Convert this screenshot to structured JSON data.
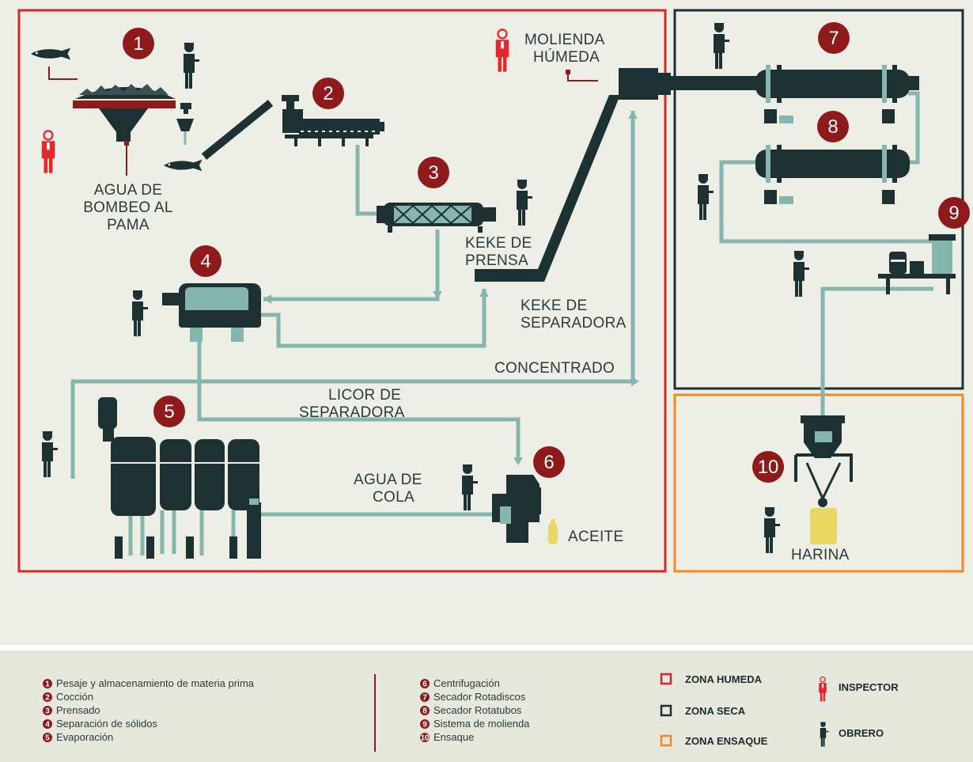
{
  "colors": {
    "background": "#edeee6",
    "wet_zone": "#d8252b",
    "dry_zone": "#1d3133",
    "bagging_zone": "#ef8a22",
    "machine_dark": "#1d3133",
    "pipe": "#86b5ad",
    "badge": "#8e1a1b",
    "inspector": "#e3282c",
    "yellow": "#e8d760"
  },
  "steps": [
    "1",
    "2",
    "3",
    "4",
    "5",
    "6",
    "7",
    "8",
    "9",
    "10"
  ],
  "labels": {
    "agua_bombeo": [
      "AGUA DE",
      "BOMBEO AL",
      "PAMA"
    ],
    "molienda": [
      "MOLIENDA",
      "HÚMEDA"
    ],
    "keke_prensa": [
      "KEKE DE",
      "PRENSA"
    ],
    "keke_separadora": [
      "KEKE DE",
      "SEPARADORA"
    ],
    "concentrado": "CONCENTRADO",
    "licor": [
      "LICOR DE",
      "SEPARADORA"
    ],
    "agua_cola": [
      "AGUA DE",
      "COLA"
    ],
    "aceite": "ACEITE",
    "harina": "HARINA"
  },
  "legend": {
    "col1": [
      {
        "num": "1",
        "text": "Pesaje y almacenamiento de materia prima"
      },
      {
        "num": "2",
        "text": "Cocción"
      },
      {
        "num": "3",
        "text": "Prensado"
      },
      {
        "num": "4",
        "text": "Separación de sólidos"
      },
      {
        "num": "5",
        "text": "Evaporación"
      }
    ],
    "col2": [
      {
        "num": "6",
        "text": "Centrifugación"
      },
      {
        "num": "7",
        "text": "Secador Rotadiscos"
      },
      {
        "num": "8",
        "text": "Secador Rotatubos"
      },
      {
        "num": "9",
        "text": "Sistema de molienda"
      },
      {
        "num": "10",
        "text": "Ensaque"
      }
    ],
    "zones": [
      {
        "text": "ZONA HUMEDA",
        "color": "#d8252b"
      },
      {
        "text": "ZONA SECA",
        "color": "#1d3133"
      },
      {
        "text": "ZONA ENSAQUE",
        "color": "#ef8a22"
      }
    ],
    "roles": [
      {
        "text": "INSPECTOR",
        "icon": "inspector-icon"
      },
      {
        "text": "OBRERO",
        "icon": "worker-icon"
      }
    ]
  }
}
